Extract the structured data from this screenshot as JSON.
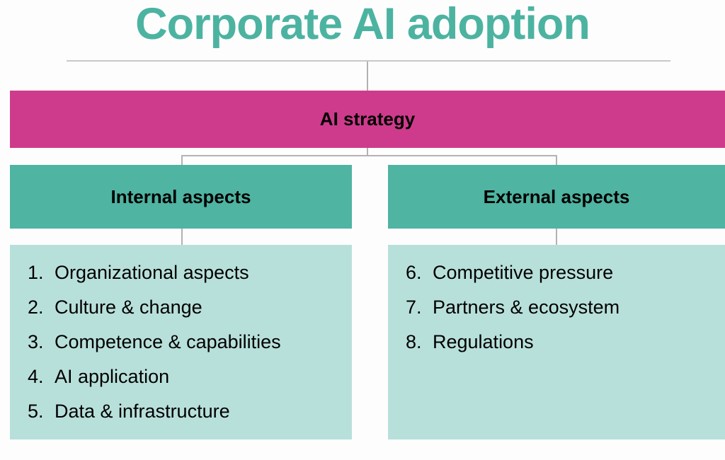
{
  "title": "Corporate AI adoption",
  "colors": {
    "title_teal": "#4CB3A1",
    "root_pink": "#CE3B8C",
    "branch_teal": "#4FB4A2",
    "panel_light_teal": "#B8E0DB",
    "connector_gray": "#B2B2B2",
    "text_black": "#000000"
  },
  "root_node": {
    "label": "AI strategy"
  },
  "branches": [
    {
      "label": "Internal aspects",
      "items": [
        {
          "num": "1.",
          "text": "Organizational aspects"
        },
        {
          "num": "2.",
          "text": "Culture & change"
        },
        {
          "num": "3.",
          "text": "Competence & capabilities"
        },
        {
          "num": "4.",
          "text": "AI application"
        },
        {
          "num": "5.",
          "text": "Data & infrastructure"
        }
      ]
    },
    {
      "label": "External aspects",
      "items": [
        {
          "num": "6.",
          "text": "Competitive pressure"
        },
        {
          "num": "7.",
          "text": "Partners & ecosystem"
        },
        {
          "num": "8.",
          "text": "Regulations"
        }
      ]
    }
  ]
}
